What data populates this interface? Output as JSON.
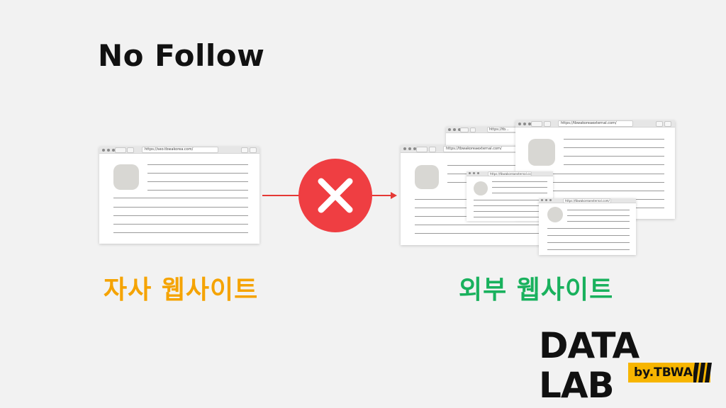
{
  "title": "No Follow",
  "own_site": {
    "url": "https://seo.tbwakorea.com/",
    "label": "자사 웹사이트",
    "label_color": "#f5a300"
  },
  "external_sites": {
    "label": "외부 웹사이트",
    "label_color": "#19b15d",
    "windows": [
      {
        "url": "https://tb..."
      },
      {
        "url": "https://tbwakoreaexternal.com/"
      },
      {
        "url": "https://tbwakoreaexternal.com/"
      },
      {
        "url": "https://tbwakoreaexternal.com/"
      },
      {
        "url": "https://tbwakoreaexternal.com/"
      }
    ]
  },
  "blocked_icon": "x-mark-icon",
  "blocked_color": "#ef3e42",
  "arrow_color": "#e53935",
  "logo": {
    "main": "DATA LAB",
    "badge": "by.TBWA",
    "accent_color": "#f7b500"
  }
}
